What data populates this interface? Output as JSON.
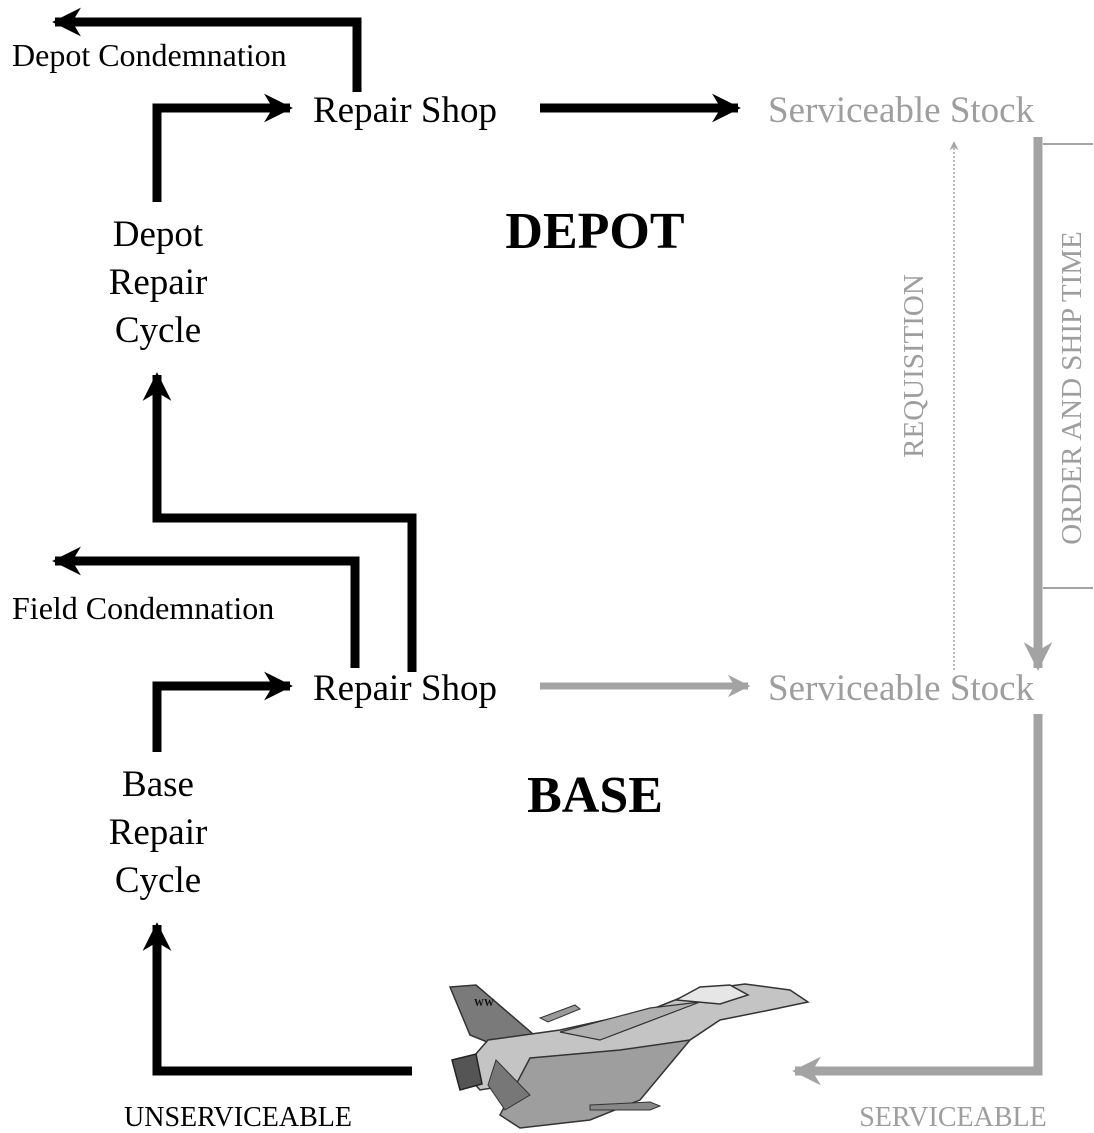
{
  "colors": {
    "black": "#000000",
    "gray": "#a3a3a3",
    "gray_text": "#9e9e9e"
  },
  "labels": {
    "depot_condemnation": "Depot Condemnation",
    "depot_repair_shop": "Repair Shop",
    "depot_serviceable_stock": "Serviceable Stock",
    "depot_title": "DEPOT",
    "depot_cycle": [
      "Depot",
      "Repair",
      "Cycle"
    ],
    "requisition": "REQUISITION",
    "order_ship": "ORDER AND SHIP TIME",
    "field_condemnation": "Field Condemnation",
    "base_repair_shop": "Repair Shop",
    "base_serviceable_stock": "Serviceable Stock",
    "base_title": "BASE",
    "base_cycle": [
      "Base",
      "Repair",
      "Cycle"
    ],
    "unserviceable": "UNSERVICEABLE",
    "serviceable": "SERVICEABLE",
    "aircraft_tail": "WW"
  },
  "icons": {
    "aircraft": "fighter-jet-icon"
  }
}
